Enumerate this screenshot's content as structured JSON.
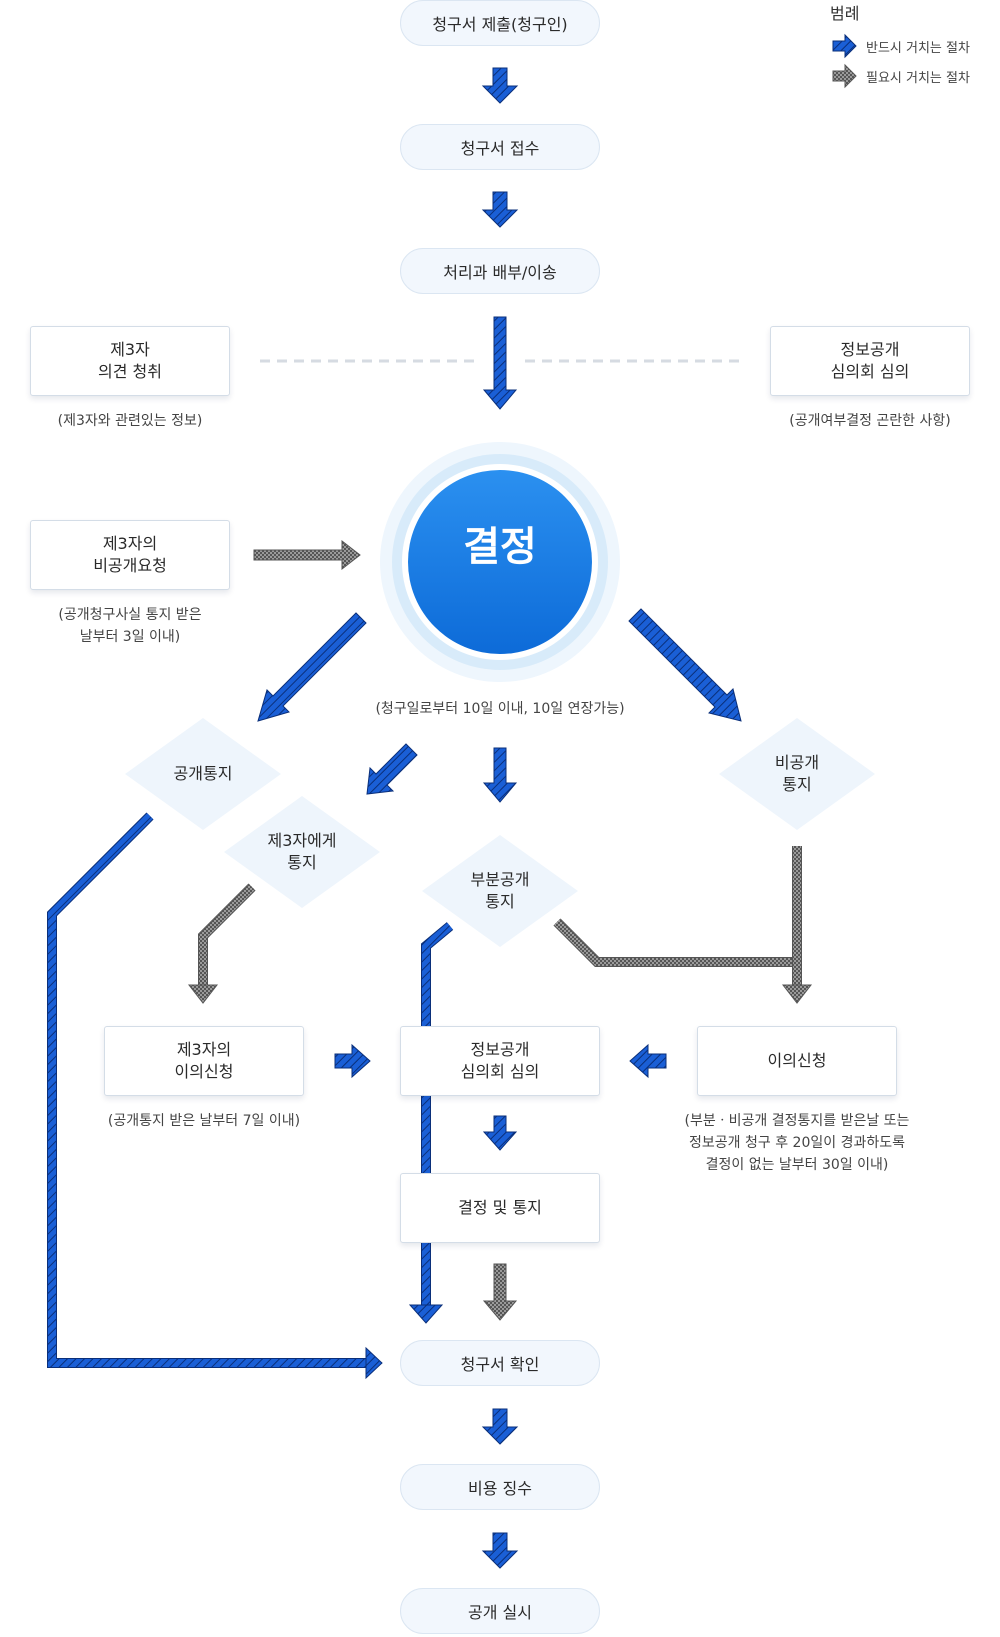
{
  "legend": {
    "title": "범례",
    "required": "반드시 거치는 절차",
    "optional": "필요시 거치는 절차"
  },
  "steps": {
    "submit": "청구서 제출(청구인)",
    "receive": "청구서 접수",
    "assign": "처리과 배부/이송",
    "confirm": "청구서 확인",
    "fee": "비용 징수",
    "disclose": "공개 실시"
  },
  "third_party_opinion": {
    "line1": "제3자",
    "line2": "의견 청취",
    "note": "(제3자와 관련있는 정보)"
  },
  "committee_top": {
    "line1": "정보공개",
    "line2": "심의회 심의",
    "note": "(공개여부결정 곤란한 사항)"
  },
  "third_party_request": {
    "line1": "제3자의",
    "line2": "비공개요청",
    "note_line1": "(공개청구사실 통지 받은",
    "note_line2": "날부터 3일 이내)"
  },
  "decision": {
    "label": "결정",
    "note": "(청구일로부터 10일 이내, 10일 연장가능)"
  },
  "notices": {
    "public": "공개통지",
    "third_party_line1": "제3자에게",
    "third_party_line2": "통지",
    "partial_line1": "부분공개",
    "partial_line2": "통지",
    "nonpublic_line1": "비공개",
    "nonpublic_line2": "통지"
  },
  "third_party_objection": {
    "line1": "제3자의",
    "line2": "이의신청",
    "note": "(공개통지 받은 날부터 7일 이내)"
  },
  "committee_mid": {
    "line1": "정보공개",
    "line2": "심의회 심의"
  },
  "objection": {
    "label": "이의신청",
    "note_line1": "(부분ㆍ비공개 결정통지를 받은날 또는",
    "note_line2": "정보공개 청구 후 20일이 경과하도록",
    "note_line3": "결정이 없는 날부터 30일 이내)"
  },
  "decision_notice": "결정 및 통지",
  "colors": {
    "required_arrow": "#1a5fd6",
    "optional_arrow": "#8a8a8a",
    "decision_fill": "#1f7ee8",
    "pill_fill": "#f2f7fd"
  }
}
